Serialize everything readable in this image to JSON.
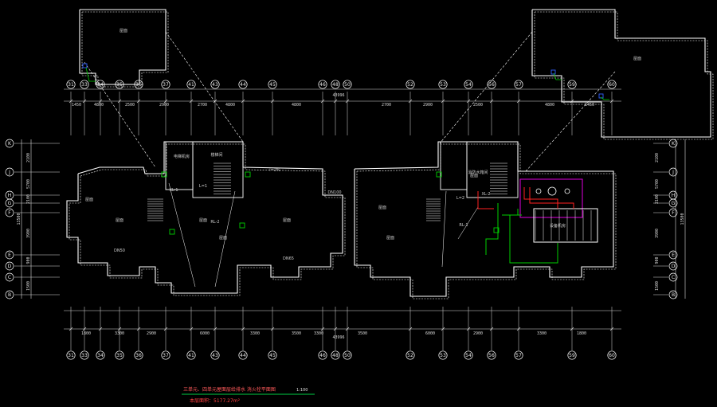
{
  "drawing": {
    "title": "三单元、四单元屋面层给排水 消火栓平面图",
    "subtitle": "本层面积：5177.27m²",
    "scale": "1:100",
    "colors": {
      "background": "#000000",
      "walls": "#ffffff",
      "dimensions": "#dcdcdc",
      "title_text": "#ff5050",
      "underline": "#00cc44",
      "pipe_green": "#00d000",
      "pipe_red": "#ff2020",
      "pipe_magenta": "#e000e0",
      "pipe_blue": "#3060ff"
    }
  },
  "axes_top": [
    "31",
    "33",
    "34",
    "35",
    "36",
    "37",
    "41",
    "43",
    "44",
    "45",
    "46",
    "48",
    "50",
    "52",
    "53",
    "54",
    "56",
    "57",
    "59",
    "60"
  ],
  "axes_bottom": [
    "31",
    "33",
    "34",
    "35",
    "36",
    "37",
    "41",
    "43",
    "44",
    "45",
    "46",
    "48",
    "50",
    "52",
    "53",
    "54",
    "56",
    "57",
    "59",
    "60"
  ],
  "axes_side": [
    "K",
    "J",
    "H",
    "G",
    "F",
    "E",
    "D",
    "C",
    "B"
  ],
  "dims_top": [
    "1450",
    "4800",
    "2500",
    "2900",
    "2700",
    "4800",
    "4800",
    "2700",
    "2900",
    "2500",
    "4800",
    "1450"
  ],
  "dims_bottom": [
    "1800",
    "3300",
    "2900",
    "6000",
    "3300",
    "3500",
    "3300",
    "3500",
    "6000",
    "2900",
    "3300",
    "1800"
  ],
  "overall_top": "43996",
  "overall_bottom": "43996",
  "side_dims": [
    "2100",
    "5700",
    "2100",
    "3900",
    "900",
    "1500"
  ],
  "side_total": "13500",
  "room_labels": [
    "电梯机房",
    "楼梯间",
    "屋面",
    "屋面",
    "屋面",
    "屋面",
    "屋面",
    "屋面",
    "屋面",
    "屋面",
    "屋面",
    "屋面",
    "消防水箱间",
    "设备机房"
  ],
  "annotations": [
    "DN50",
    "DN65",
    "DN100",
    "i=2%",
    "RL-1",
    "RL-2",
    "XL-1",
    "XL-2",
    "L=1",
    "L=2"
  ]
}
